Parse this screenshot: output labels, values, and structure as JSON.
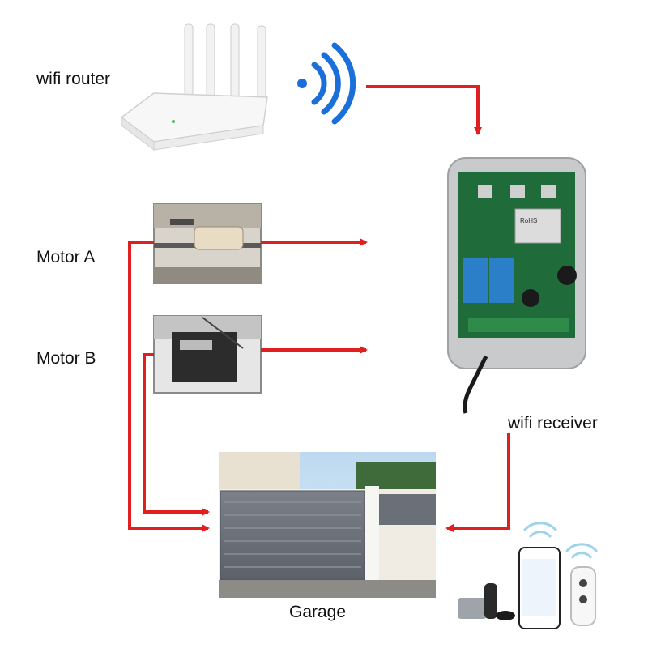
{
  "labels": {
    "router": "wifi router",
    "motor_a": "Motor A",
    "motor_b": "Motor B",
    "receiver": "wifi receiver",
    "garage": "Garage"
  },
  "colors": {
    "arrow": "#e02020",
    "wifi_signal": "#1a6fd8",
    "pcb": "#1f6b3a",
    "relay": "#2a7fc8",
    "gate": "#6b6f78"
  },
  "receiver_board": {
    "chip_brand": "RoHS"
  },
  "icons": [
    "router-icon",
    "wifi-signal-icon",
    "motor-a-photo",
    "motor-b-photo",
    "wifi-receiver-photo",
    "garage-gate-photo",
    "smart-devices-icon"
  ]
}
